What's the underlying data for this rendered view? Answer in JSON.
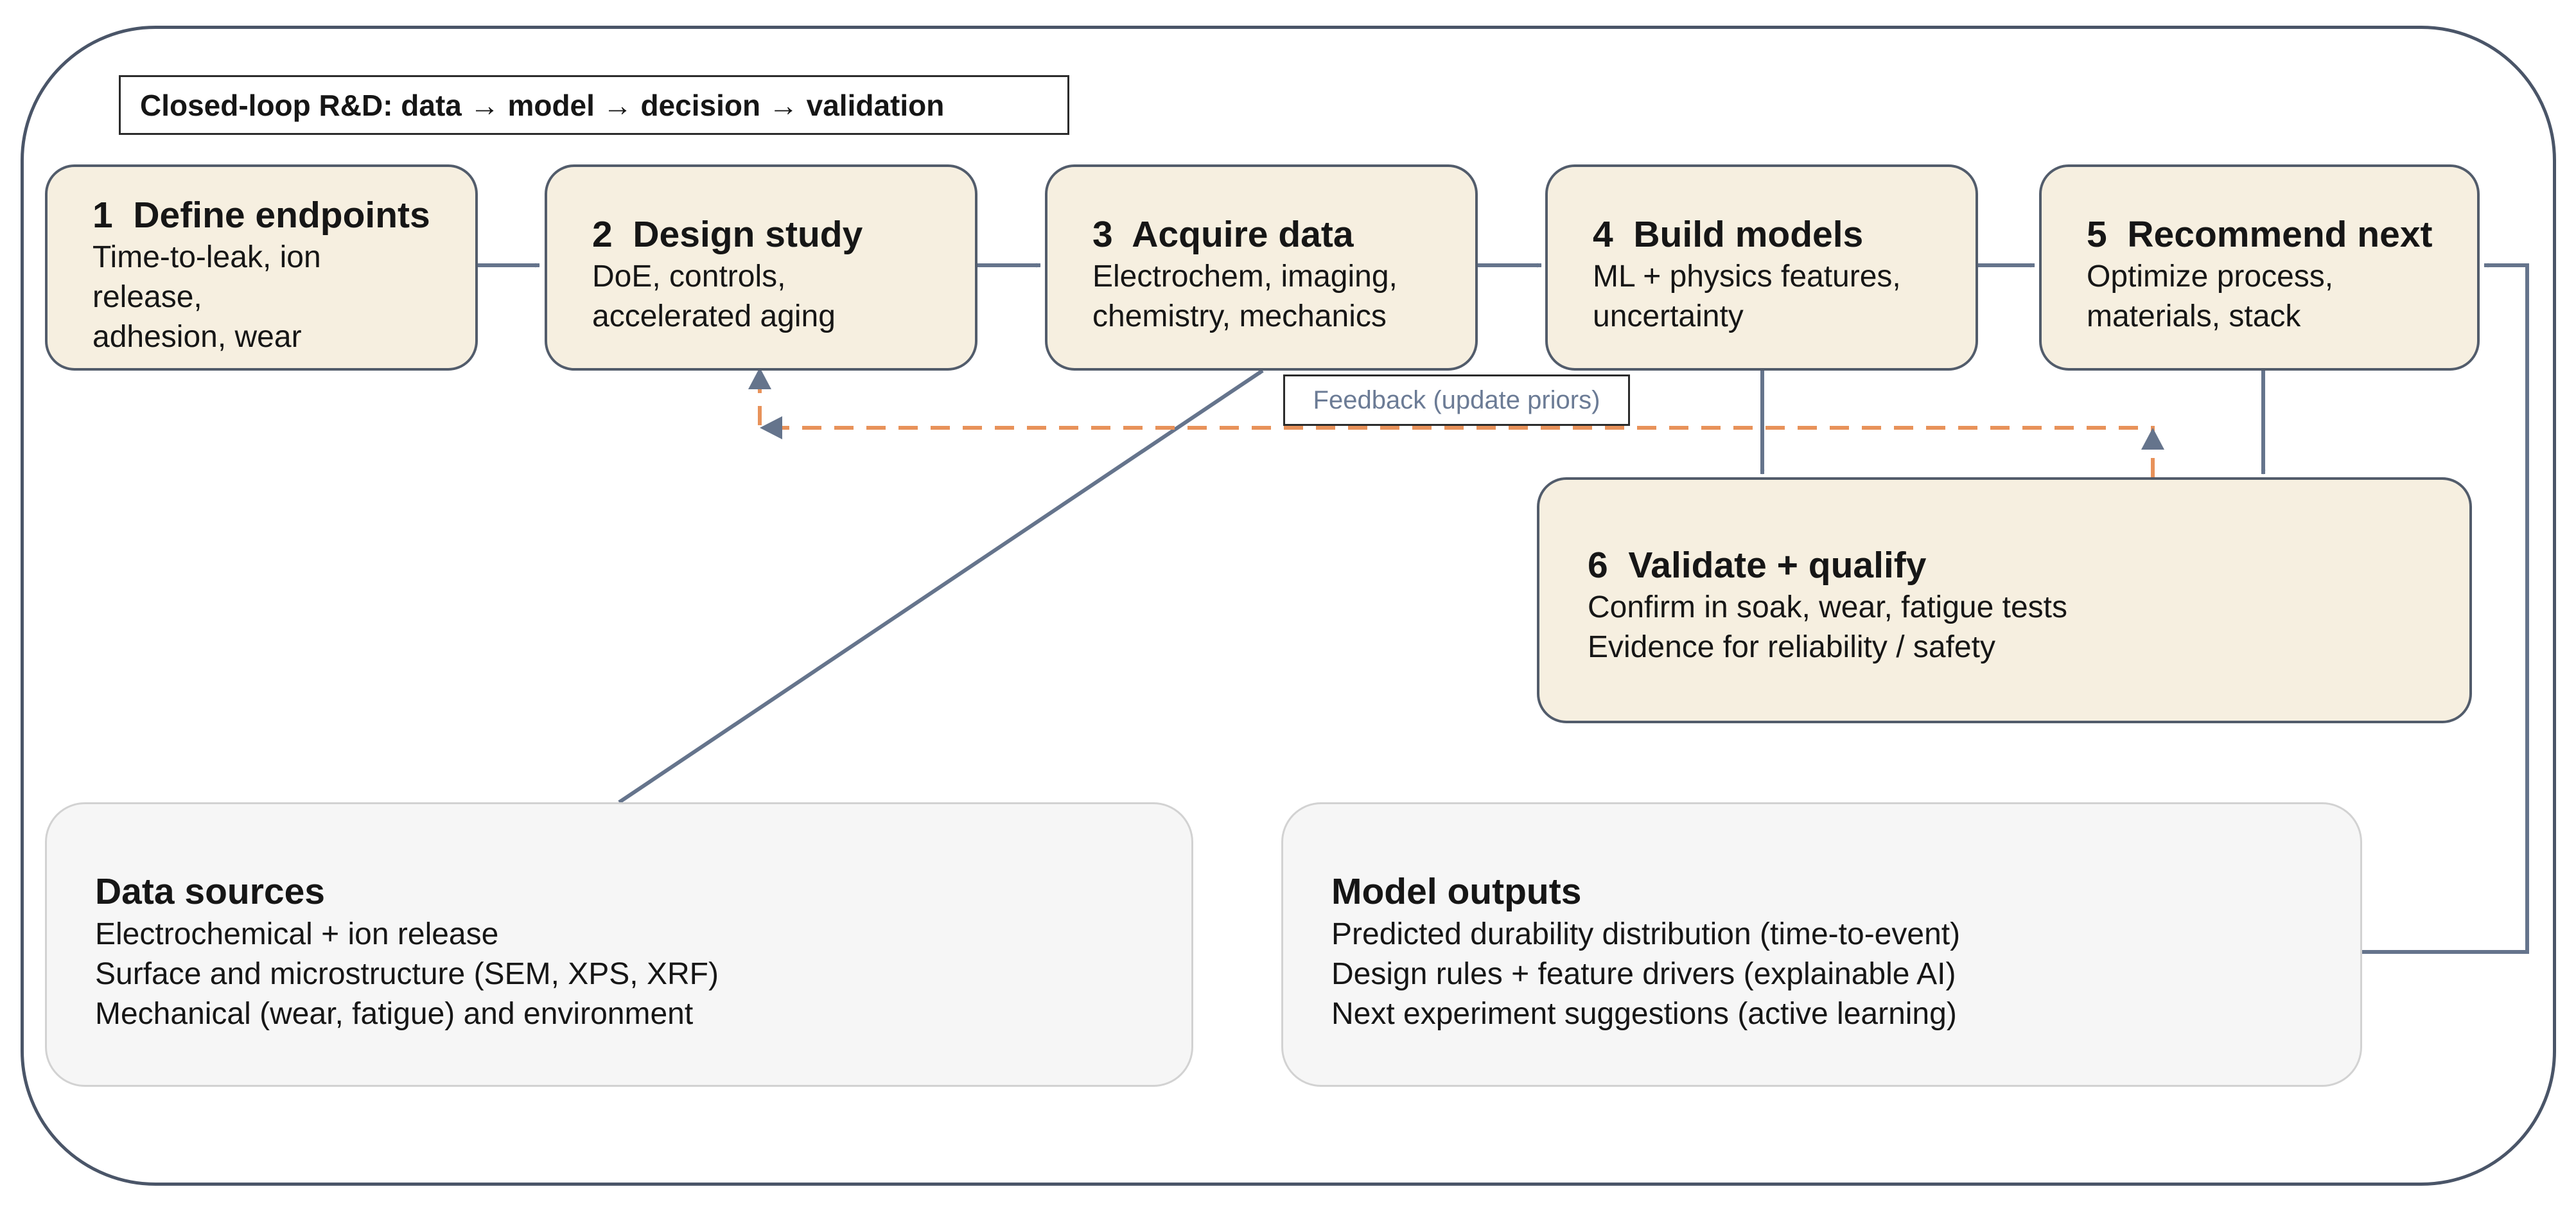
{
  "title": "Closed-loop R&D: data → model → decision → validation",
  "steps": [
    {
      "num": "1",
      "name": "Define endpoints",
      "lines": [
        "Time-to-leak, ion",
        "release,",
        "adhesion, wear"
      ]
    },
    {
      "num": "2",
      "name": "Design study",
      "lines": [
        "DoE, controls,",
        "accelerated aging"
      ]
    },
    {
      "num": "3",
      "name": "Acquire data",
      "lines": [
        "Electrochem, imaging,",
        "chemistry, mechanics"
      ]
    },
    {
      "num": "4",
      "name": "Build models",
      "lines": [
        "ML + physics features,",
        "uncertainty"
      ]
    },
    {
      "num": "5",
      "name": "Recommend next",
      "lines": [
        "Optimize process,",
        "materials, stack"
      ]
    },
    {
      "num": "6",
      "name": "Validate + qualify",
      "lines": [
        "Confirm in soak, wear, fatigue tests",
        "Evidence for reliability / safety"
      ]
    }
  ],
  "feedback_label": "Feedback (update priors)",
  "data_sources": {
    "heading": "Data sources",
    "lines": [
      "Electrochemical + ion release",
      "Surface and microstructure (SEM, XPS, XRF)",
      "Mechanical (wear, fatigue) and environment"
    ]
  },
  "model_outputs": {
    "heading": "Model outputs",
    "lines": [
      "Predicted durability distribution (time-to-event)",
      "Design rules + feature drivers (explainable AI)",
      "Next experiment suggestions (active learning)"
    ]
  },
  "colors": {
    "frame": "#4a5568",
    "step_fill": "#f6efe0",
    "step_border": "#525c6b",
    "panel_fill": "#f6f6f6",
    "panel_border": "#d2d2d2",
    "connector": "#65748c",
    "feedback": "#e8925a",
    "feedback_text": "#6b7b95"
  }
}
